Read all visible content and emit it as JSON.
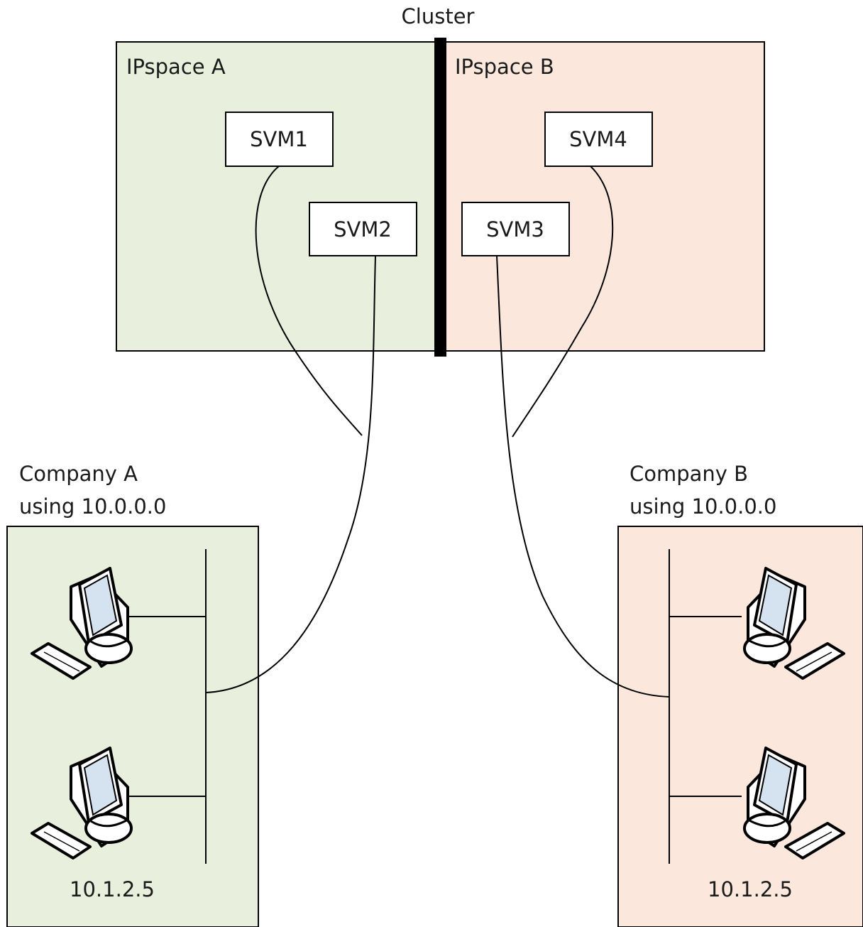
{
  "cluster": {
    "title": "Cluster",
    "ipspaces": [
      {
        "label": "IPspace A",
        "color": "#e8efdd"
      },
      {
        "label": "IPspace B",
        "color": "#fbe7dc"
      }
    ],
    "svms": [
      "SVM1",
      "SVM2",
      "SVM3",
      "SVM4"
    ]
  },
  "companies": [
    {
      "name": "Company A",
      "network": "using 10.0.0.0",
      "address": "10.1.2.5",
      "color": "#e8efdd",
      "computer_icon": "desktop-computer-icon"
    },
    {
      "name": "Company B",
      "network": "using 10.0.0.0",
      "address": "10.1.2.5",
      "color": "#fbe7dc",
      "computer_icon": "desktop-computer-icon"
    }
  ]
}
